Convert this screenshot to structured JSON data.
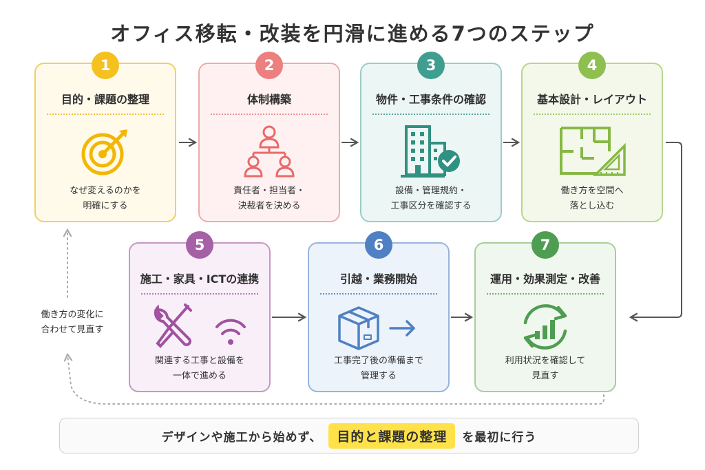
{
  "title": "オフィス移転・改装を円滑に進める7つのステップ",
  "colors": {
    "step1": "#f4c11f",
    "step2": "#ec7f7f",
    "step3": "#3f9e90",
    "step4": "#8ebf4f",
    "step5": "#a560a6",
    "step6": "#4f80c3",
    "step7": "#4f9d52",
    "highlight": "#ffe24a"
  },
  "steps": [
    {
      "number": "1",
      "title": "目的・課題の整理",
      "icon": "target-icon",
      "desc": [
        "なぜ変えるのかを",
        "明確にする"
      ]
    },
    {
      "number": "2",
      "title": "体制構築",
      "icon": "org-chart-icon",
      "desc": [
        "責任者・担当者・",
        "決裁者を決める"
      ]
    },
    {
      "number": "3",
      "title": "物件・工事条件の確認",
      "icon": "building-check-icon",
      "desc": [
        "設備・管理規約・",
        "工事区分を確認する"
      ]
    },
    {
      "number": "4",
      "title": "基本設計・レイアウト",
      "icon": "floor-plan-icon",
      "desc": [
        "働き方を空間へ",
        "落とし込む"
      ]
    },
    {
      "number": "5",
      "title": "施工・家具・ICTの連携",
      "icon": "tools-wifi-icon",
      "desc": [
        "関連する工事と設備を",
        "一体で進める"
      ]
    },
    {
      "number": "6",
      "title": "引越・業務開始",
      "icon": "box-arrow-icon",
      "desc": [
        "工事完了後の準備まで",
        "管理する"
      ]
    },
    {
      "number": "7",
      "title": "運用・効果測定・改善",
      "icon": "cycle-chart-icon",
      "desc": [
        "利用状況を確認して",
        "見直す"
      ]
    }
  ],
  "loop_label": [
    "働き方の変化に",
    "合わせて見直す"
  ],
  "footer": {
    "before": "デザインや施工から始めず、",
    "highlight": "目的と課題の整理",
    "after": "を最初に行う"
  }
}
